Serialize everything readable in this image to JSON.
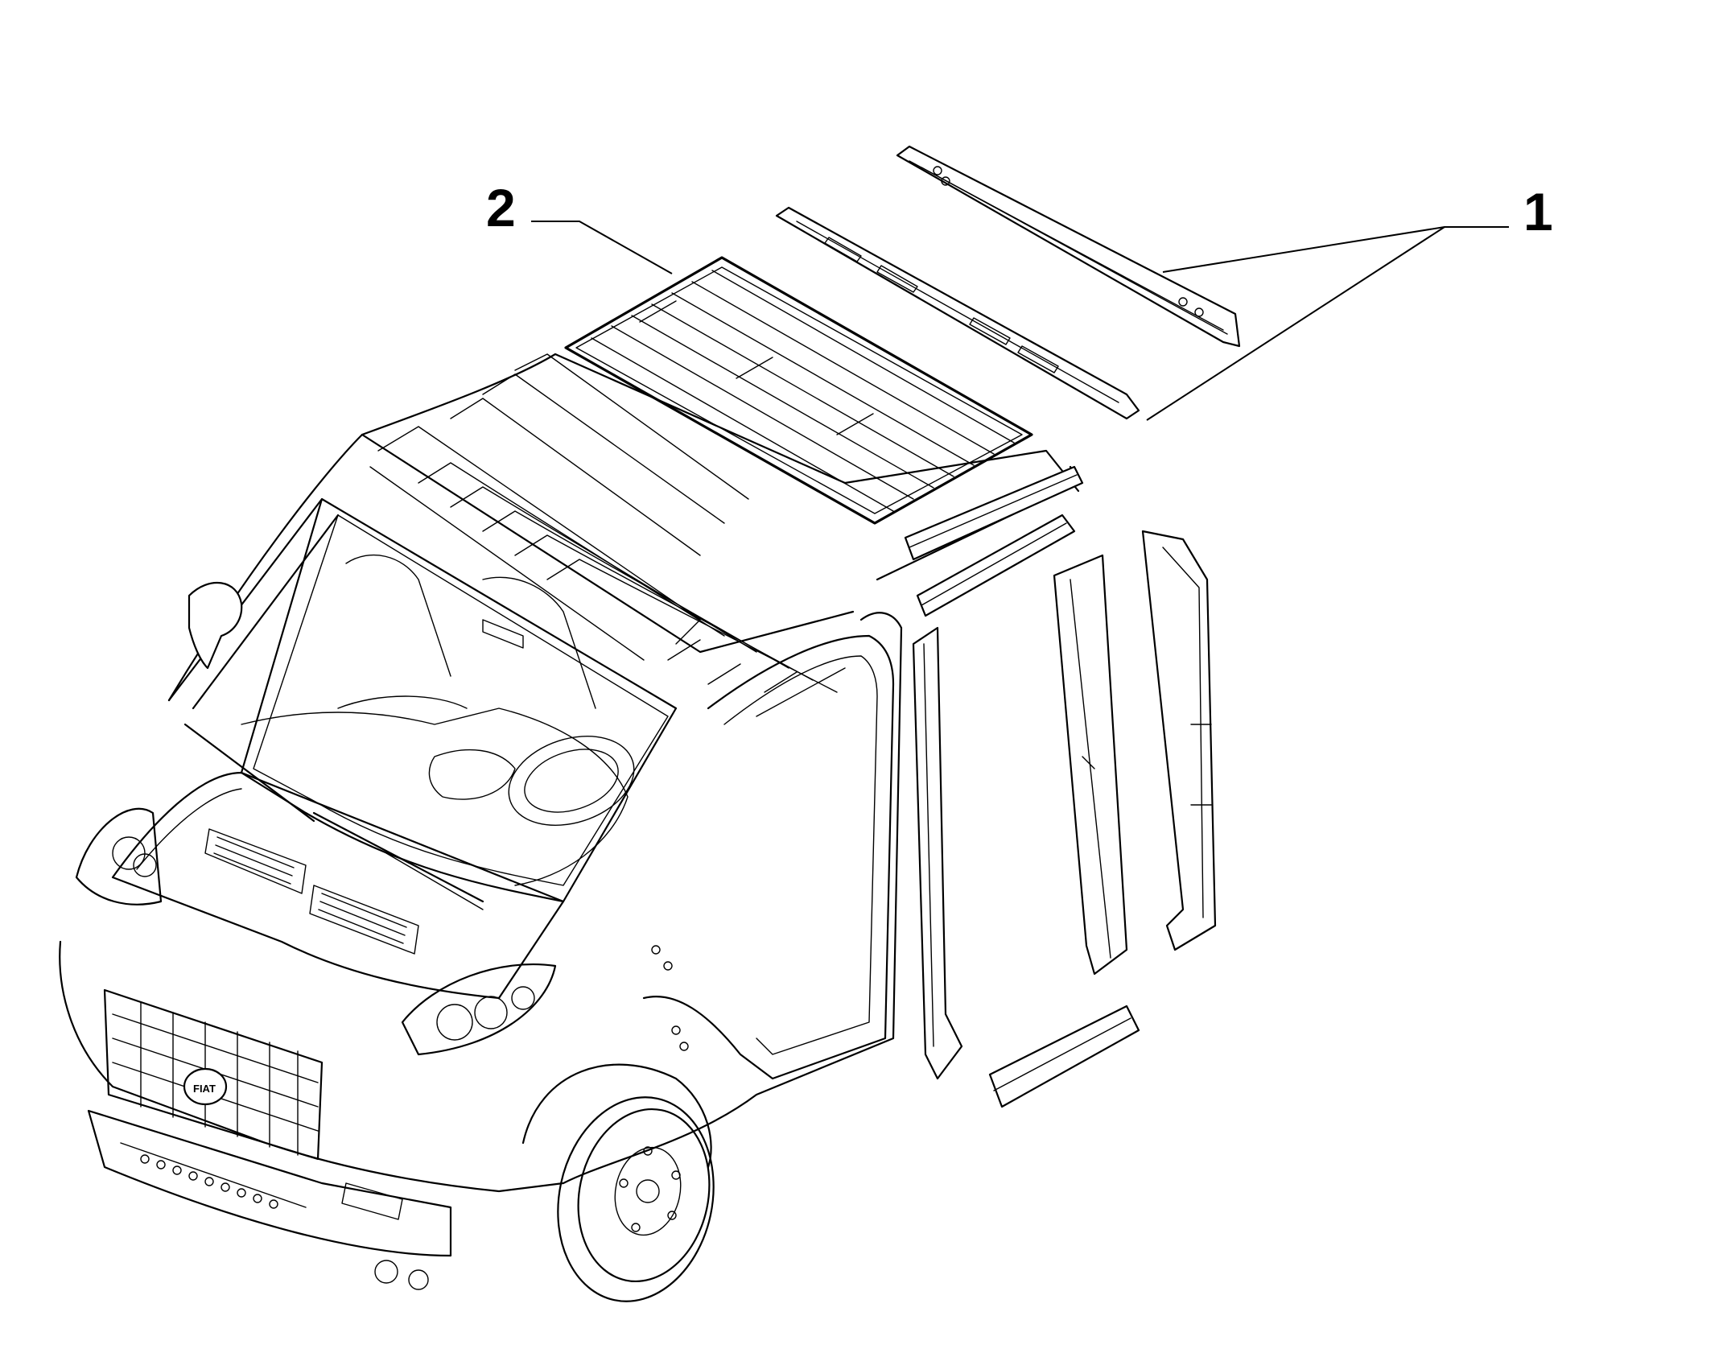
{
  "callouts": [
    {
      "id": "1",
      "label": "1"
    },
    {
      "id": "2",
      "label": "2"
    }
  ],
  "colors": {
    "line": "#000000",
    "background": "#ffffff"
  },
  "logo_text": "FIAT"
}
